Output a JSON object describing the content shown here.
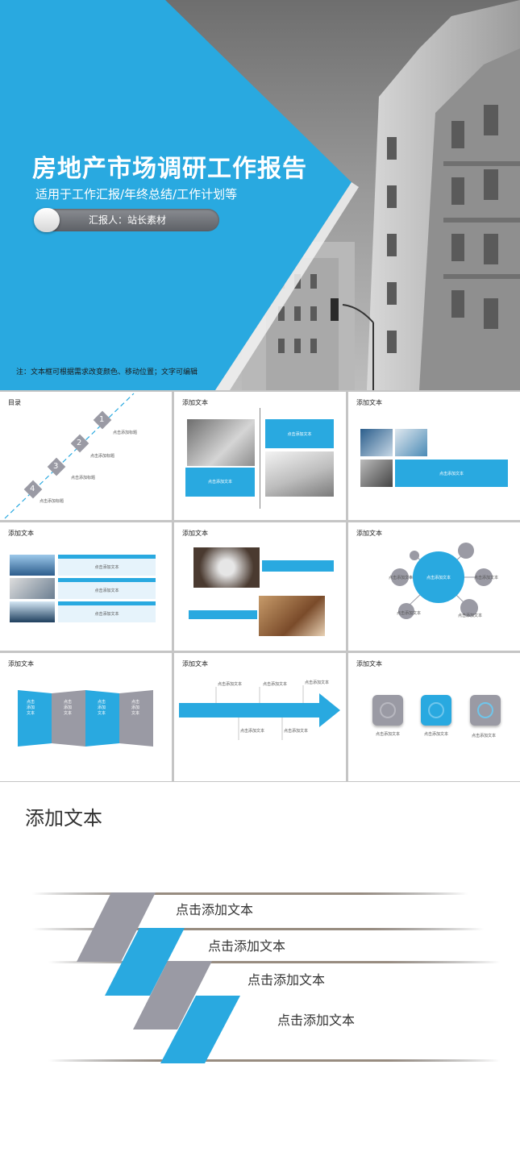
{
  "hero": {
    "title": "房地产市场调研工作报告",
    "subtitle": "适用于工作汇报/年终总结/工作计划等",
    "reporter": "汇报人：站长素材",
    "note": "注：文本框可根据需求改变颜色、移动位置；文字可编辑",
    "colors": {
      "accent": "#29a9e0",
      "gray": "#9a9aa4"
    }
  },
  "slides": {
    "toc": {
      "title": "目录",
      "items": [
        {
          "num": "1",
          "label": "点击添加标题"
        },
        {
          "num": "2",
          "label": "点击添加标题"
        },
        {
          "num": "3",
          "label": "点击添加标题"
        },
        {
          "num": "4",
          "label": "点击添加标题"
        }
      ]
    },
    "s2": {
      "title": "添加文本",
      "box1": "点击添加文本",
      "box2": "点击添加文本"
    },
    "s3": {
      "title": "添加文本",
      "box": "点击添加文本"
    },
    "s4": {
      "title": "添加文本",
      "rows": [
        "点击添加文本",
        "点击添加文本",
        "点击添加文本"
      ]
    },
    "s5": {
      "title": "添加文本"
    },
    "s6": {
      "title": "添加文本",
      "center": "点击添加文本",
      "labels": [
        "点击添加文本",
        "点击添加文本",
        "点击添加文本",
        "点击添加文本"
      ]
    },
    "s7": {
      "title": "添加文本",
      "panels": [
        "点击添加文本",
        "点击添加文本",
        "点击添加文本",
        "点击添加文本"
      ]
    },
    "s8": {
      "title": "添加文本",
      "top": [
        "点击添加文本",
        "点击添加文本",
        "点击添加文本"
      ],
      "bottom": [
        "点击添加文本",
        "点击添加文本"
      ]
    },
    "s9": {
      "title": "添加文本",
      "icons": [
        "点击添加文本",
        "点击添加文本",
        "点击添加文本"
      ]
    }
  },
  "big": {
    "title": "添加文本",
    "labels": [
      "点击添加文本",
      "点击添加文本",
      "点击添加文本",
      "点击添加文本"
    ]
  }
}
